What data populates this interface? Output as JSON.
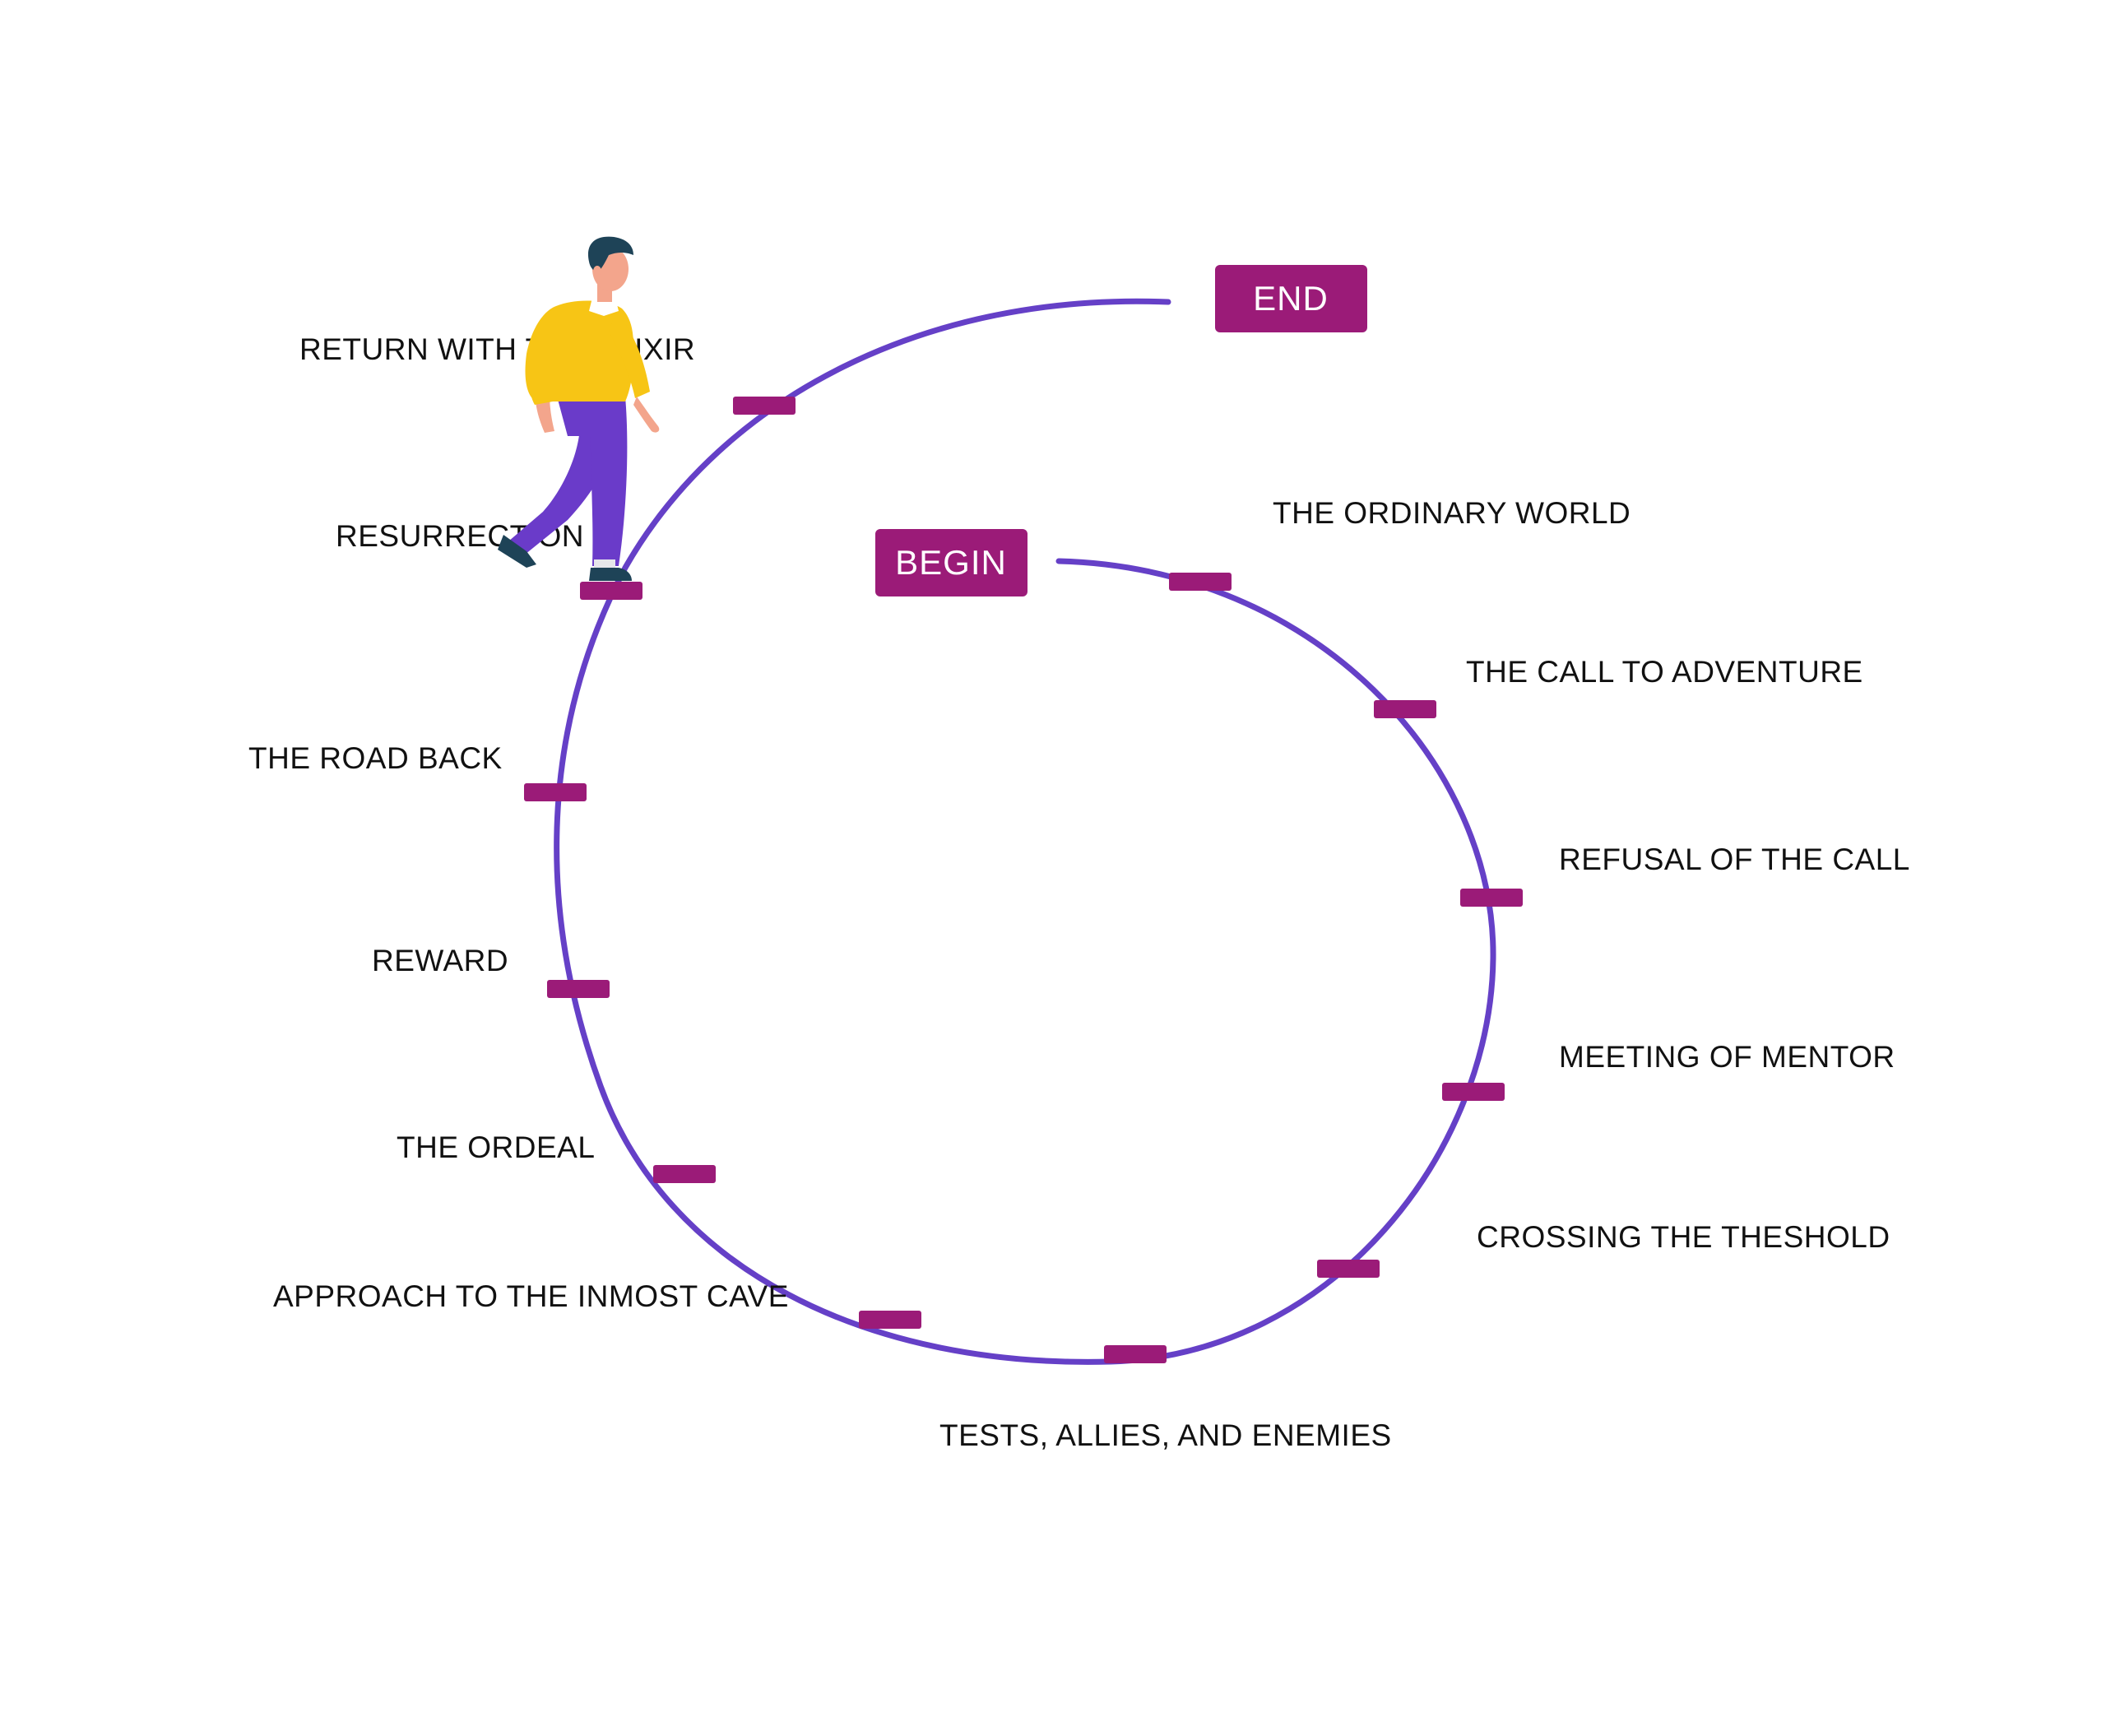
{
  "colors": {
    "path": "#6540C7",
    "marker": "#9B1B78",
    "badge": "#9B1B78",
    "badge_text": "#FFFFFF",
    "label_text": "#111111",
    "figure_shirt": "#F7C515",
    "figure_pants": "#6A3BC9",
    "figure_hair": "#1E4357",
    "figure_skin": "#F3A58C",
    "figure_shoes": "#1E4357"
  },
  "diagram": {
    "begin_label": "BEGIN",
    "end_label": "END",
    "stages": [
      "THE ORDINARY WORLD",
      "THE CALL TO ADVENTURE",
      "REFUSAL OF THE CALL",
      "MEETING OF MENTOR",
      "CROSSING THE THESHOLD",
      "TESTS, ALLIES, AND ENEMIES",
      "APPROACH TO THE INMOST CAVE",
      "THE ORDEAL",
      "REWARD",
      "THE ROAD BACK",
      "RESURRECTION",
      "RETURN WITH THE ELIXIR"
    ]
  },
  "figure": {
    "icon": "walking-person-icon"
  }
}
